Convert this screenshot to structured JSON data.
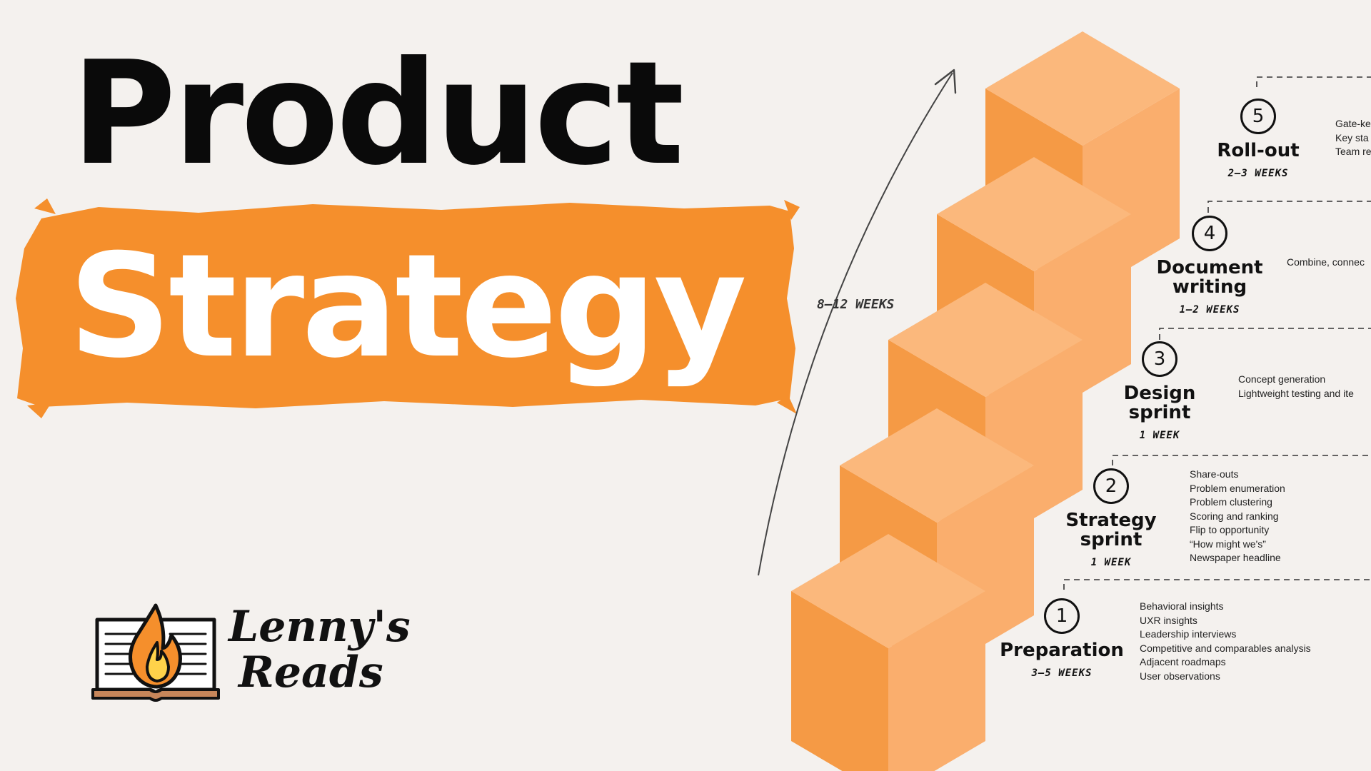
{
  "title": {
    "line1": "Product",
    "line2": "Strategy"
  },
  "colors": {
    "background": "#f4f1ee",
    "accent": "#f58f2c",
    "cube_top": "#fbb87c",
    "cube_left": "#f59a45",
    "cube_right": "#faae6d",
    "text": "#0a0a0a"
  },
  "logo": {
    "icon": "flame-book-icon",
    "text_line1": "Lenny's",
    "text_line2": "Reads"
  },
  "process": {
    "total_duration": "8–12 WEEKS",
    "steps": [
      {
        "number": "1",
        "name": "Preparation",
        "duration": "3–5 WEEKS",
        "items": [
          "Behavioral insights",
          "UXR insights",
          "Leadership interviews",
          "Competitive and comparables analysis",
          "Adjacent roadmaps",
          "User observations"
        ]
      },
      {
        "number": "2",
        "name": "Strategy sprint",
        "duration": "1 WEEK",
        "items": [
          "Share-outs",
          "Problem enumeration",
          "Problem clustering",
          "Scoring and ranking",
          "Flip to opportunity",
          "“How might we's”",
          "Newspaper headline"
        ]
      },
      {
        "number": "3",
        "name": "Design sprint",
        "duration": "1 WEEK",
        "items": [
          "Concept generation",
          "Lightweight testing and ite"
        ]
      },
      {
        "number": "4",
        "name": "Document writing",
        "duration": "1–2 WEEKS",
        "items": [
          "Combine, connec"
        ]
      },
      {
        "number": "5",
        "name": "Roll-out",
        "duration": "2–3 WEEKS",
        "items": [
          "Gate-ke",
          "Key sta",
          "Team re"
        ]
      }
    ]
  }
}
